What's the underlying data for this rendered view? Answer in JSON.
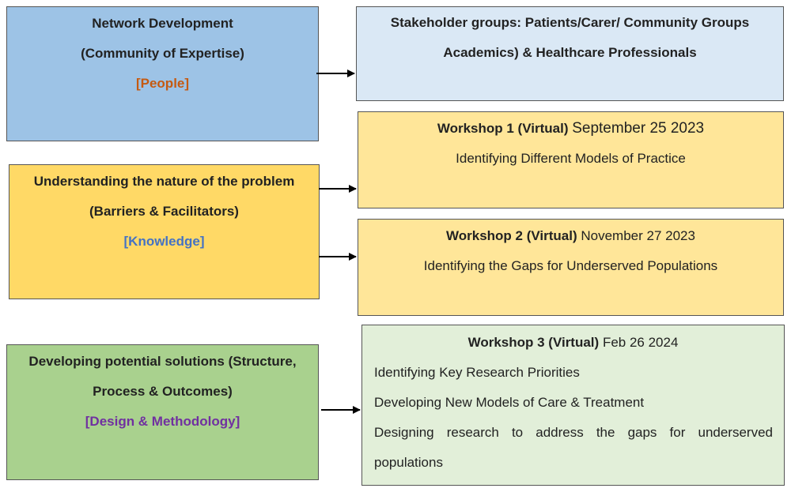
{
  "left_boxes": {
    "network": {
      "line1": "Network Development",
      "line2": "(Community of Expertise)",
      "tag": "[People]",
      "color": "#9dc3e6",
      "tag_color": "#c55a11"
    },
    "problem": {
      "line1": "Understanding the nature of the problem",
      "line2": "(Barriers & Facilitators)",
      "tag": "[Knowledge]",
      "color": "#ffd966",
      "tag_color": "#4472c4"
    },
    "solutions": {
      "line1": "Developing potential solutions (Structure,",
      "line2": "Process & Outcomes)",
      "tag": "[Design & Methodology]",
      "color": "#a9d18e",
      "tag_color": "#7030a0"
    }
  },
  "right_boxes": {
    "stakeholders": {
      "line1": "Stakeholder groups: Patients/Carer/ Community Groups",
      "line2": "Academics) & Healthcare Professionals",
      "color": "#dae8f5"
    },
    "workshop1": {
      "title": "Workshop 1 (Virtual)",
      "date": "September 25 2023",
      "item": "Identifying Different Models of Practice",
      "color": "#ffe699"
    },
    "workshop2": {
      "title": "Workshop 2 (Virtual)",
      "date": "November 27 2023",
      "item": "Identifying the Gaps for Underserved Populations",
      "color": "#ffe699"
    },
    "workshop3": {
      "title": "Workshop 3 (Virtual)",
      "date": "Feb 26 2024",
      "items": [
        "Identifying Key Research Priorities",
        "Developing New Models of Care & Treatment",
        "Designing research to address the gaps for underserved",
        "populations"
      ],
      "color": "#e2efd9"
    }
  }
}
